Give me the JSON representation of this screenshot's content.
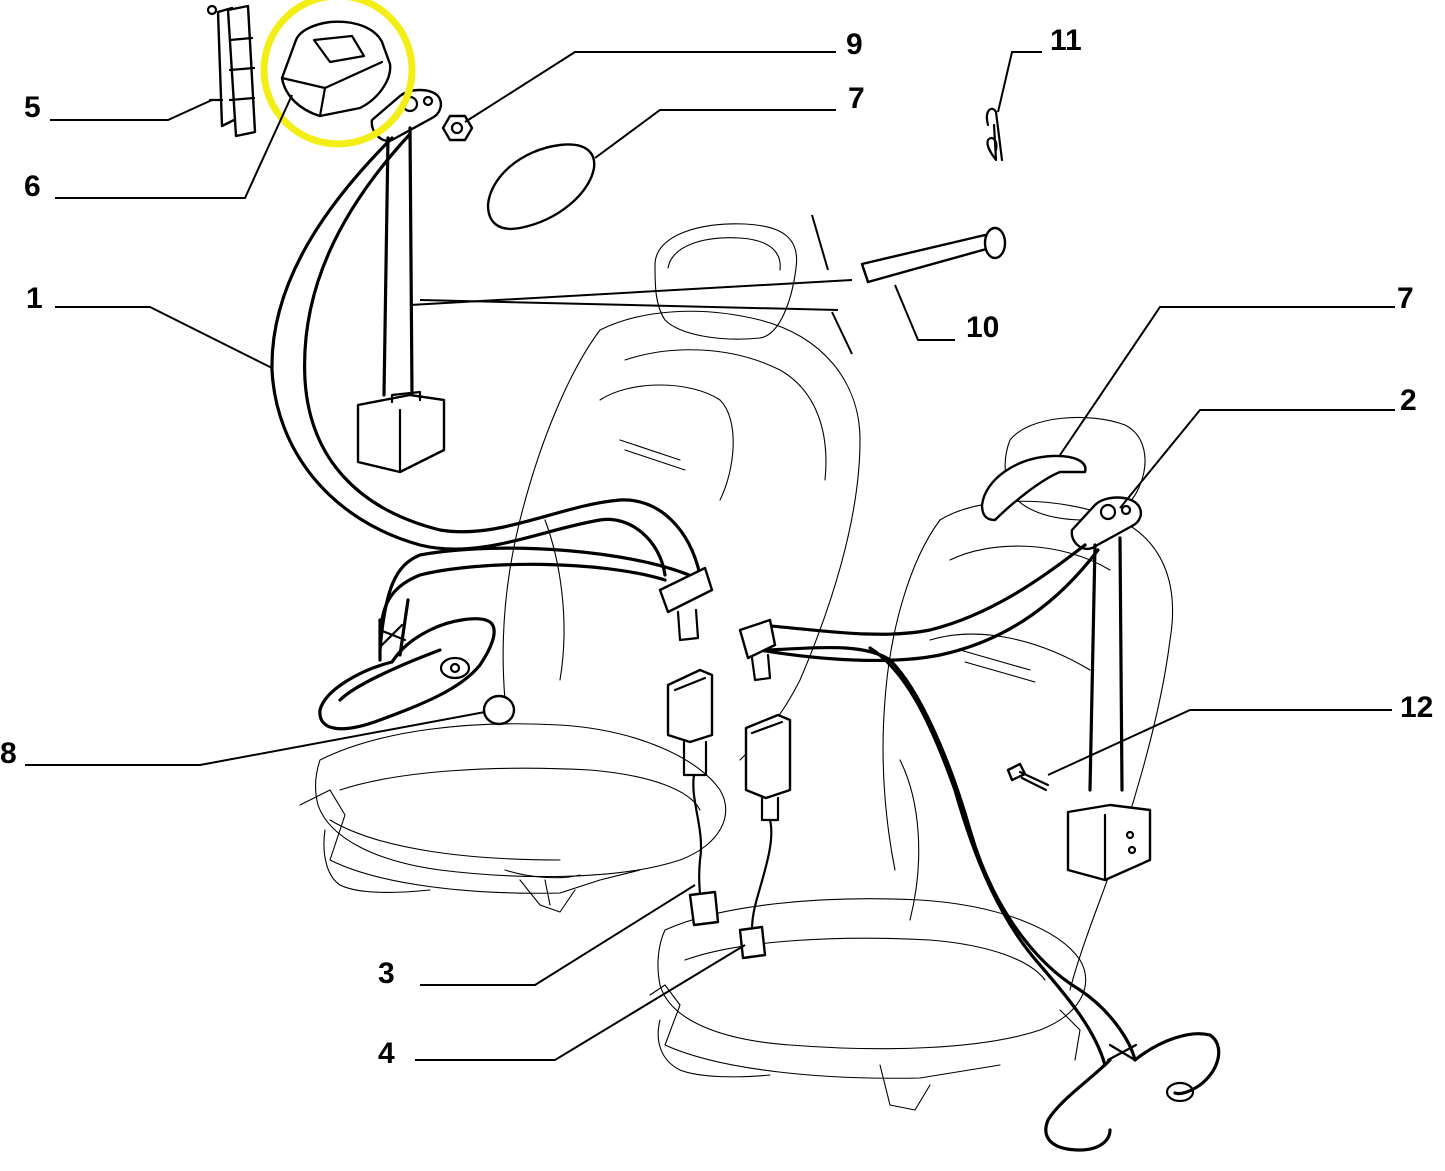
{
  "callouts": [
    {
      "id": "1",
      "label": "1"
    },
    {
      "id": "2",
      "label": "2"
    },
    {
      "id": "3",
      "label": "3"
    },
    {
      "id": "4",
      "label": "4"
    },
    {
      "id": "5",
      "label": "5"
    },
    {
      "id": "6",
      "label": "6"
    },
    {
      "id": "7a",
      "label": "7"
    },
    {
      "id": "7b",
      "label": "7"
    },
    {
      "id": "8",
      "label": "8"
    },
    {
      "id": "9",
      "label": "9"
    },
    {
      "id": "10",
      "label": "10"
    },
    {
      "id": "11",
      "label": "11"
    },
    {
      "id": "12",
      "label": "12"
    }
  ],
  "highlight": {
    "part": "6",
    "color": "#f2ee16"
  },
  "colors": {
    "ink": "#000000",
    "background": "#ffffff",
    "highlight": "#f2ee16"
  }
}
